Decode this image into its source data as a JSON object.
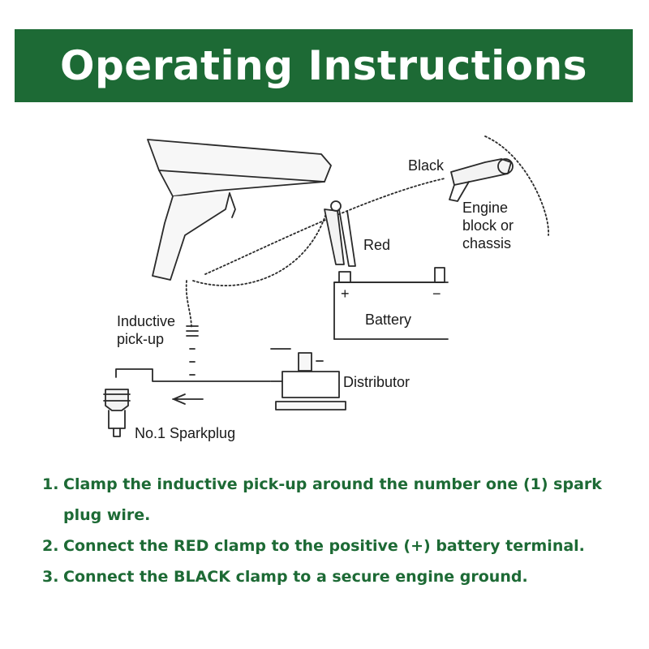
{
  "colors": {
    "banner_bg": "#1d6a35",
    "step_text": "#1d6a35",
    "line_art": "#2a2a2a"
  },
  "banner": {
    "title": "Operating Instructions"
  },
  "diagram": {
    "labels": {
      "black": "Black",
      "engine_line1": "Engine",
      "engine_line2": "block or",
      "engine_line3": "chassis",
      "red": "Red",
      "battery": "Battery",
      "battery_plus": "+",
      "battery_minus": "−",
      "inductive_line1": "Inductive",
      "inductive_line2": "pick-up",
      "distributor": "Distributor",
      "sparkplug": "No.1 Sparkplug"
    }
  },
  "steps": [
    {
      "num": "1.",
      "text": "Clamp the inductive pick-up around the number one (1) spark plug wire."
    },
    {
      "num": "2.",
      "text": "Connect the RED clamp to the positive (+) battery terminal."
    },
    {
      "num": "3.",
      "text": "Connect the BLACK clamp to a secure engine ground."
    }
  ]
}
